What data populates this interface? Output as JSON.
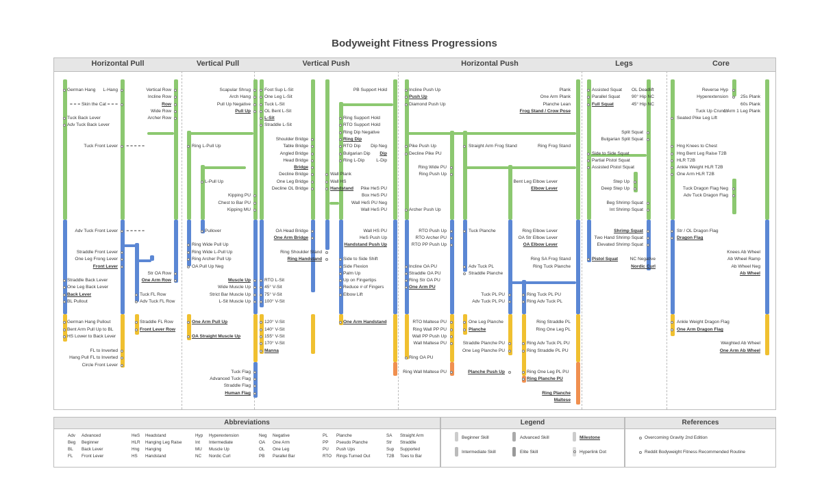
{
  "title": "Bodyweight Fitness Progressions",
  "columns": [
    "Horizontal Pull",
    "Vertical Pull",
    "Vertical Push",
    "Horizontal Push",
    "Legs",
    "Core"
  ],
  "colors": {
    "beginner": "#8cc870",
    "intermediate": "#5b87d4",
    "advanced": "#f0c030",
    "elite": "#f09050"
  },
  "labels": {
    "hp1": "German Hang",
    "hp2": "L-Hang",
    "hp3": "= = =  Skin the Cat = = =",
    "hp4": "Tuck Back Lever",
    "hp5": "Adv Tuck Back Lever",
    "hp6": "Tuck Front Lever",
    "hp7": "= = = = =",
    "hp8": "Adv Tuck Front Lever",
    "hp9": "= = = = =",
    "hp10": "Straddle Front Lever",
    "hp11": "One Leg Frong Lever",
    "hp12": "Front Lever",
    "hp13": "Straddle Back Lever",
    "hp14": "One Leg Back Lever",
    "hp15": "Back Lever",
    "hp16": "BL Pullout",
    "hp17": "German Hang Pullout",
    "hp18": "Bent Arm Pull Up to BL",
    "hp19": "HS Lower to Back Lever",
    "hp20": "FL to Inverted",
    "hp21": "Hang Pull FL to Inverted",
    "hp22": "Circle Front Lever",
    "hr1": "Vertical Row",
    "hr2": "Incline Row",
    "hr3": "Row",
    "hr4": "Wide Row",
    "hr5": "Archer Row",
    "hr6": "Str OA Row",
    "hr7": "One Arm Row",
    "hr8": "Tuck FL Row",
    "hr9": "Adv Tuck FL Row",
    "hr10": "Straddle FL Row",
    "hr11": "Front Lever Row",
    "vp1": "Scapular Shrug",
    "vp2": "Arch Hang",
    "vp3": "Pull Up Negative",
    "vp4": "Pull Up",
    "vp5": "Ring L-Pull Up",
    "vp6": "L-Pull Up",
    "vp7": "Kipping PU",
    "vp8": "Chest to Bar PU",
    "vp9": "Kipping MU",
    "vp10": "Pullover",
    "vp11": "Ring Wide Pull Up",
    "vp12": "Ring Wide L-Pull Up",
    "vp13": "Ring Archer Pull Up",
    "vp14": "OA Pull Up Neg",
    "vp15": "Muscle Up",
    "vp16": "Wide Muscle Up",
    "vp17": "Strict Bar Muscle Up",
    "vp18": "L-Sit Muscle Up",
    "vp19": "One Arm Pull Up",
    "vp20": "OA Straight Muscle Up",
    "vp21": "Tuck Flag",
    "vp22": "Advanced Tuck Flag",
    "vp23": "Straddle Flag",
    "vp24": "Human Flag",
    "vs1": "Foot Sup L-Sit",
    "vs2": "One Leg L-Sit",
    "vs3": "Tuck L-Sit",
    "vs4": "OL Bent L-Sit",
    "vs5": "L-Sit",
    "vs6": "Straddle L-Sit",
    "vs7": "Shoulder Bridge",
    "vs8": "Table Bridge",
    "vs9": "Angled Bridge",
    "vs10": "Head Bridge",
    "vs11": "Bridge",
    "vs12": "Decline Bridge",
    "vs13": "One Leg Bridge",
    "vs14": "Decline OL Bridge",
    "vs15": "OA Head Bridge",
    "vs16": "One Arm Bridge",
    "vs17": "Ring Shoulder Stand",
    "vs18": "Ring Handstand",
    "vs19": "RTO L-Sit",
    "vs20": "45° V-Sit",
    "vs21": "75° V-Sit",
    "vs22": "100° V-Sit",
    "vs23": "120° V-Sit",
    "vs24": "140° V-Sit",
    "vs25": "155° V-Sit",
    "vs26": "170° V-Sit",
    "vs27": "Manna",
    "vd1": "PB Support Hold",
    "vd2": "Ring Support Hold",
    "vd3": "RTO Support Hold",
    "vd4": "Ring Dip Negative",
    "vd5": "Ring Dip",
    "vd6": "RTO Dip",
    "vd7": "Dip Neg",
    "vd8": "Bulgarian Dip",
    "vd9": "Dip",
    "vd10": "Ring L-Dip",
    "vd11": "L-Dip",
    "vd12": "Wall Plank",
    "vd13": "Wall HS",
    "vd14": "Handstand",
    "vd15": "Pike HeS PU",
    "vd16": "Box HeS PU",
    "vd17": "Wall HeS PU Neg",
    "vd18": "Wall HeS PU",
    "vd19": "Wall HS PU",
    "vd20": "HeS Push Up",
    "vd21": "Handstand Push Up",
    "vd22": "Side to Side Shift",
    "vd23": "Side Flexion",
    "vd24": "Palm Up",
    "vd25": "Up on Fingertips",
    "vd26": "Reduce # of Fingers",
    "vd27": "Elbow Lift",
    "vd28": "One Arm Handstand",
    "ph1": "Incline Push Up",
    "ph2": "Push Up",
    "ph3": "Diamond Push Up",
    "ph4": "Pike Push Up",
    "ph5": "Decline Pike PU",
    "ph6": "Ring Wide PU",
    "ph7": "Ring Push Up",
    "ph8": "Archer Push Up",
    "ph9": "RTO Push Up",
    "ph10": "RTO Archer PU",
    "ph11": "RTO PP Push Up",
    "ph12": "Incline OA PU",
    "ph13": "Straddle OA PU",
    "ph14": "Ring Str OA PU",
    "ph15": "One Arm PU",
    "ph16": "RTO Maltese PU",
    "ph17": "Ring Wall PP PU",
    "ph18": "Wall PP Push Up",
    "ph19": "Wall Maltese PU",
    "ph20": "Ring OA PU",
    "ph21": "Ring Wall Maltese PU",
    "pl1": "Straight Arm Frog Stand",
    "pl2": "Tuck Planche",
    "pl3": "Adv Tuck PL",
    "pl4": "Straddle Planche",
    "pl5": "Tuck PL PU",
    "pl6": "Adv Tuck PL PU",
    "pl7": "One Leg Planche",
    "pl8": "Planche",
    "pl9": "Straddle Planche PU",
    "pl10": "One Leg Planche PU",
    "pl11": "Planche Push Up",
    "pr1": "Plank",
    "pr2": "One Arm Plank",
    "pr3": "Planche Lean",
    "pr4": "Frog Stand / Crow Pose",
    "pr5": "Ring Frog Stand",
    "pr6": "Bent Leg Elbow Lever",
    "pr7": "Elbow Lever",
    "pr8": "Ring Elbow Lever",
    "pr9": "OA Str Elbow Lever",
    "pr10": "OA Elbow Lever",
    "pr11": "Ring SA Frog Stand",
    "pr12": "Ring Tuck Planche",
    "pr13": "Ring Tuck PL PU",
    "pr14": "Ring Adv Tuck PL",
    "pr15": "Ring Straddle PL",
    "pr16": "Ring One Leg PL",
    "pr17": "Ring Adv Tuck PL PU",
    "pr18": "Ring Straddle PL PU",
    "pr19": "Ring One Leg PL PU",
    "pr20": "Ring Planche PU",
    "pr21": "Ring Planche",
    "pr22": "Maltese",
    "lg1": "Assisted Squat",
    "lg2": "Parallel Squat",
    "lg3": "Full Squat",
    "lg4": "OL Deadlift",
    "lg5": "90° Hip NC",
    "lg6": "45° Hip NC",
    "lg7": "Split Squat",
    "lg8": "Bulgarian Split Squat",
    "lg9": "Side to Side Squat",
    "lg10": "Partial Pistol Squat",
    "lg11": "Assisted Pistol Squat",
    "lg12": "Step Up",
    "lg13": "Deep Step Up",
    "lg14": "Beg Shrimp Squat",
    "lg15": "Int Shrimp Squat",
    "lg16": "Shrimp Squat",
    "lg17": "Two Hand Shrimp Squat",
    "lg18": "Elevated Shrimp Squat",
    "lg19": "Pistol Squat",
    "lg20": "NC Negative",
    "lg21": "Nordic Curl",
    "co1": "Reverse Hyp",
    "co2": "Hyperextension",
    "co3": "25s Plank",
    "co4": "60s Plank",
    "co5": "Tuck Up Crunch",
    "co6": "1 Arm 1 Leg Plank",
    "co7": "Seated Pike Leg Lift",
    "co8": "Hng Knees to Chest",
    "co9": "Hng Bent Leg Raise T2B",
    "co10": "HLR T2B",
    "co11": "Ankle Weight HLR T2B",
    "co12": "One Arm HLR T2B",
    "co13": "Tuck Dragon Flag Neg",
    "co14": "Adv Tuck Dragon Flag",
    "co15": "Str / OL Dragon Flag",
    "co16": "Dragon Flag",
    "co17": "Knees Ab Wheel",
    "co18": "Ab Wheel Ramp",
    "co19": "Ab Wheel Neg",
    "co20": "Ab Wheel",
    "co21": "Ankle Weight Dragon Flag",
    "co22": "One Arm Dragon Flag",
    "co23": "Weighted Ab Wheel",
    "co24": "One Arm Ab Wheel"
  },
  "abbreviations": {
    "title": "Abbreviations",
    "items": [
      [
        "Adv",
        "Advanced"
      ],
      [
        "Beg",
        "Beginner"
      ],
      [
        "BL",
        "Back Lever"
      ],
      [
        "FL",
        "Front Lever"
      ],
      [
        "HeS",
        "Headstand"
      ],
      [
        "HLR",
        "Hanging Leg Raise"
      ],
      [
        "Hng",
        "Hanging"
      ],
      [
        "HS",
        "Handstand"
      ],
      [
        "Hyp",
        "Hyperextension"
      ],
      [
        "Int",
        "Intermediate"
      ],
      [
        "MU",
        "Muscle Up"
      ],
      [
        "NC",
        "Nordic Curl"
      ],
      [
        "Neg",
        "Negative"
      ],
      [
        "OA",
        "One Arm"
      ],
      [
        "OL",
        "One Leg"
      ],
      [
        "PB",
        "Parallel Bar"
      ],
      [
        "PL",
        "Planche"
      ],
      [
        "PP",
        "Pseudo Planche"
      ],
      [
        "PU",
        "Push Ups"
      ],
      [
        "RTO",
        "Rings Turned Out"
      ],
      [
        "SA",
        "Straight Arm"
      ],
      [
        "Str",
        "Straddle"
      ],
      [
        "Sup",
        "Supported"
      ],
      [
        "T2B",
        "Toes to Bar"
      ]
    ]
  },
  "legend": {
    "title": "Legend",
    "beginner": "Beginner Skill",
    "advanced": "Advanced Skill",
    "milestone": "Milestone",
    "intermediate": "Intermediate Skill",
    "elite": "Elite Skill",
    "hyperlink": "Hyperlink Dot"
  },
  "references": {
    "title": "References",
    "r1": "Overcoming Gravity 2nd Edition",
    "r2": "Reddit Bodyweight Fitness Recommended Routine"
  }
}
